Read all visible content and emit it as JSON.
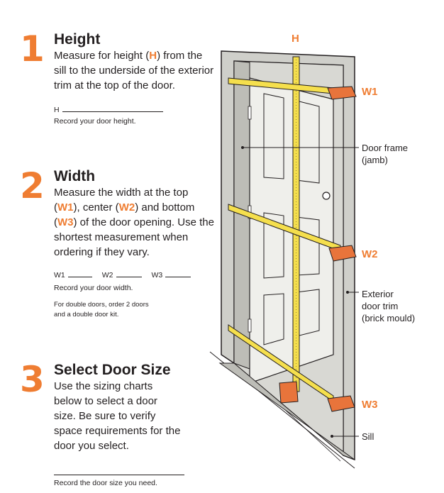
{
  "steps": [
    {
      "number": "1",
      "title": "Height",
      "text_pre": "Measure for height (",
      "text_code": "H",
      "text_post": ") from the sill to the underside of the exterior trim at the top of the door.",
      "field_label": "H",
      "record_text": "Record your door height."
    },
    {
      "number": "2",
      "title": "Width",
      "text_a": "Measure the width at the top (",
      "code_w1": "W1",
      "text_b": "), center (",
      "code_w2": "W2",
      "text_c": ") and bottom (",
      "code_w3": "W3",
      "text_d": ") of the door opening. Use the shortest measurement when ordering if they vary.",
      "field_w1": "W1",
      "field_w2": "W2",
      "field_w3": "W3",
      "record_text": "Record your door width.",
      "note_line1": "For double doors, order 2 doors",
      "note_line2": "and a double door kit."
    },
    {
      "number": "3",
      "title": "Select Door Size",
      "text": "Use the sizing charts below to select a door size. Be sure to verify space requirements for the door you select.",
      "record_text": "Record the door size you need."
    }
  ],
  "diagram": {
    "label_h": "H",
    "label_w1": "W1",
    "label_w2": "W2",
    "label_w3": "W3",
    "door_frame_line1": "Door frame",
    "door_frame_line2": "(jamb)",
    "trim_line1": "Exterior",
    "trim_line2": "door trim",
    "trim_line3": "(brick mould)",
    "sill": "Sill"
  },
  "colors": {
    "accent": "#ef7d32",
    "tape": "#f5df4d",
    "frame": "#c9c9c4",
    "door": "#eeeeea",
    "block": "#e8743b"
  }
}
